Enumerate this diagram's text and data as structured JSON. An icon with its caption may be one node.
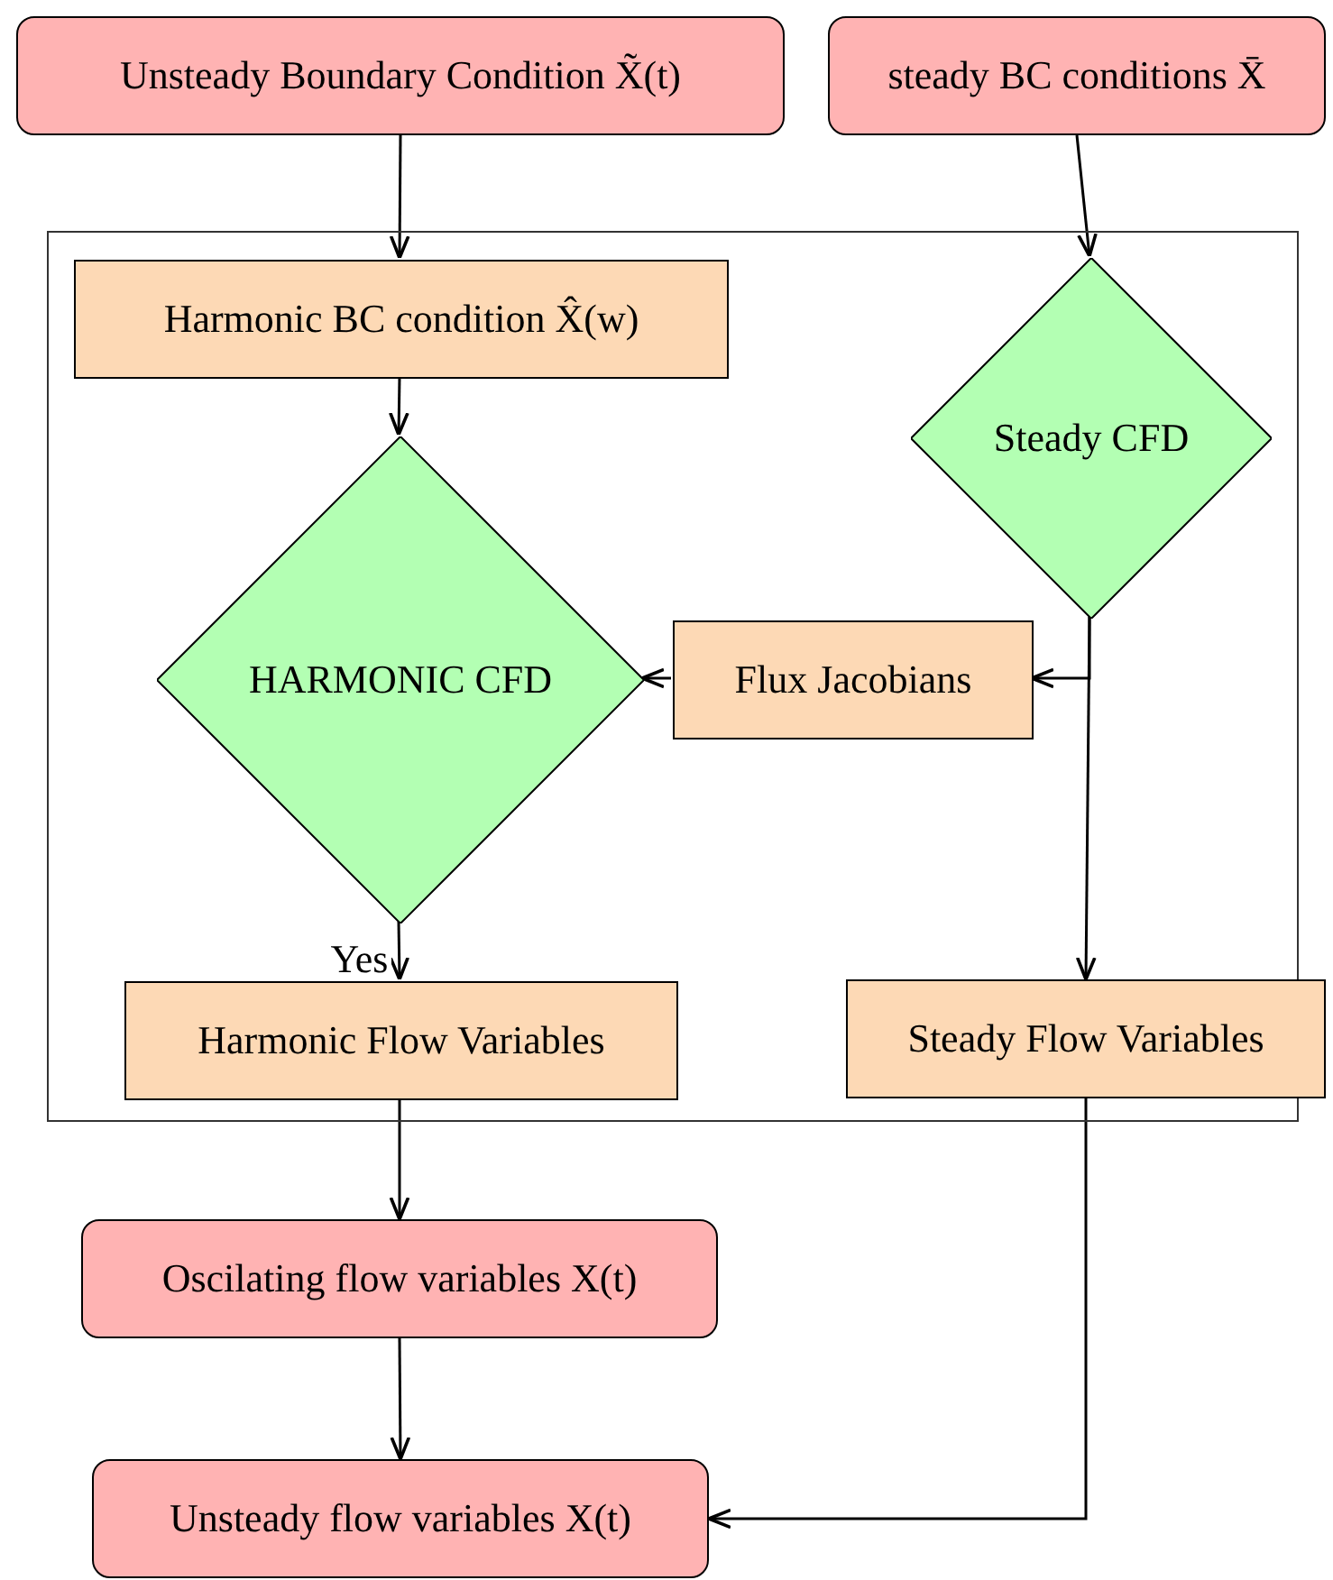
{
  "diagram": {
    "nodes": [
      {
        "text": [
          "Unsteady Boundary Condition X̃(t)"
        ]
      },
      {
        "text": [
          "steady BC conditions X̄"
        ]
      },
      {
        "text": [],
        "shape": "box"
      },
      {
        "text": [
          "Harmonic BC condition X̂(w)"
        ],
        "in": 2
      },
      {
        "text": [
          "Steady CFD"
        ],
        "in": 2
      },
      {
        "text": [
          "HARMONIC CFD"
        ],
        "in": 2
      },
      {
        "text": [
          "Flux Jacobians"
        ],
        "in": 2
      },
      {
        "text": [
          "Harmonic Flow Variables"
        ],
        "in": 2
      },
      {
        "text": [
          "Steady Flow Variables"
        ]
      },
      {
        "text": [
          "Oscilating flow variables X(t)"
        ]
      },
      {
        "text": [
          "Unsteady flow variables X(t)"
        ]
      }
    ],
    "edges": [
      {
        "from": 0,
        "to": 3,
        "arrow": "to"
      },
      {
        "from": 1,
        "to": 4,
        "arrow": "to"
      },
      {
        "from": 3,
        "to": 5,
        "arrow": "to"
      },
      {
        "from": 4,
        "to": 6,
        "arrow": "to"
      },
      {
        "from": 6,
        "to": 5,
        "arrow": "to"
      },
      {
        "from": 5,
        "to": 7,
        "arrow": "to",
        "label": "Yes"
      },
      {
        "from": 4,
        "to": 8,
        "arrow": "to"
      },
      {
        "from": 7,
        "to": 9,
        "arrow": "to"
      },
      {
        "from": 9,
        "to": 10,
        "arrow": "to"
      },
      {
        "from": 8,
        "to": 10,
        "arrow": "to"
      }
    ]
  }
}
